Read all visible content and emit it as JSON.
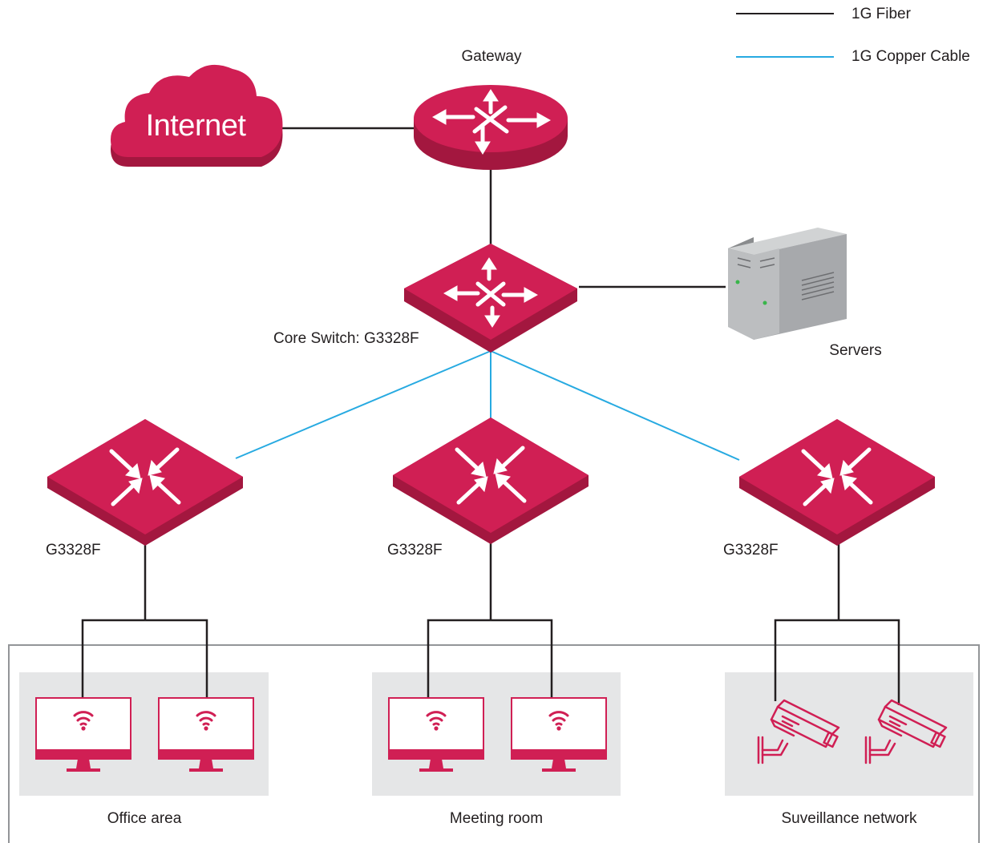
{
  "legend": {
    "fiber_label": "1G Fiber",
    "copper_label": "1G Copper Cable",
    "fiber_color": "#231f20",
    "copper_color": "#27aae1"
  },
  "nodes": {
    "internet_label": "Internet",
    "gateway_label": "Gateway",
    "core_switch_label": "Core Switch: G3328F",
    "servers_label": "Servers",
    "access_switch_1_label": "G3328F",
    "access_switch_2_label": "G3328F",
    "access_switch_3_label": "G3328F"
  },
  "areas": {
    "office_label": "Office area",
    "meeting_label": "Meeting room",
    "surveillance_label": "Suveillance network"
  },
  "colors": {
    "device": "#d01f54",
    "device_side": "#a3173f",
    "panel": "#e5e6e7",
    "frame": "#939598"
  },
  "icons": {
    "internet": "cloud-icon",
    "gateway": "router-icon",
    "core_switch": "core-switch-icon",
    "servers": "server-icon",
    "access_switch": "switch-icon",
    "monitor": "wifi-monitor-icon",
    "camera": "security-camera-icon"
  }
}
